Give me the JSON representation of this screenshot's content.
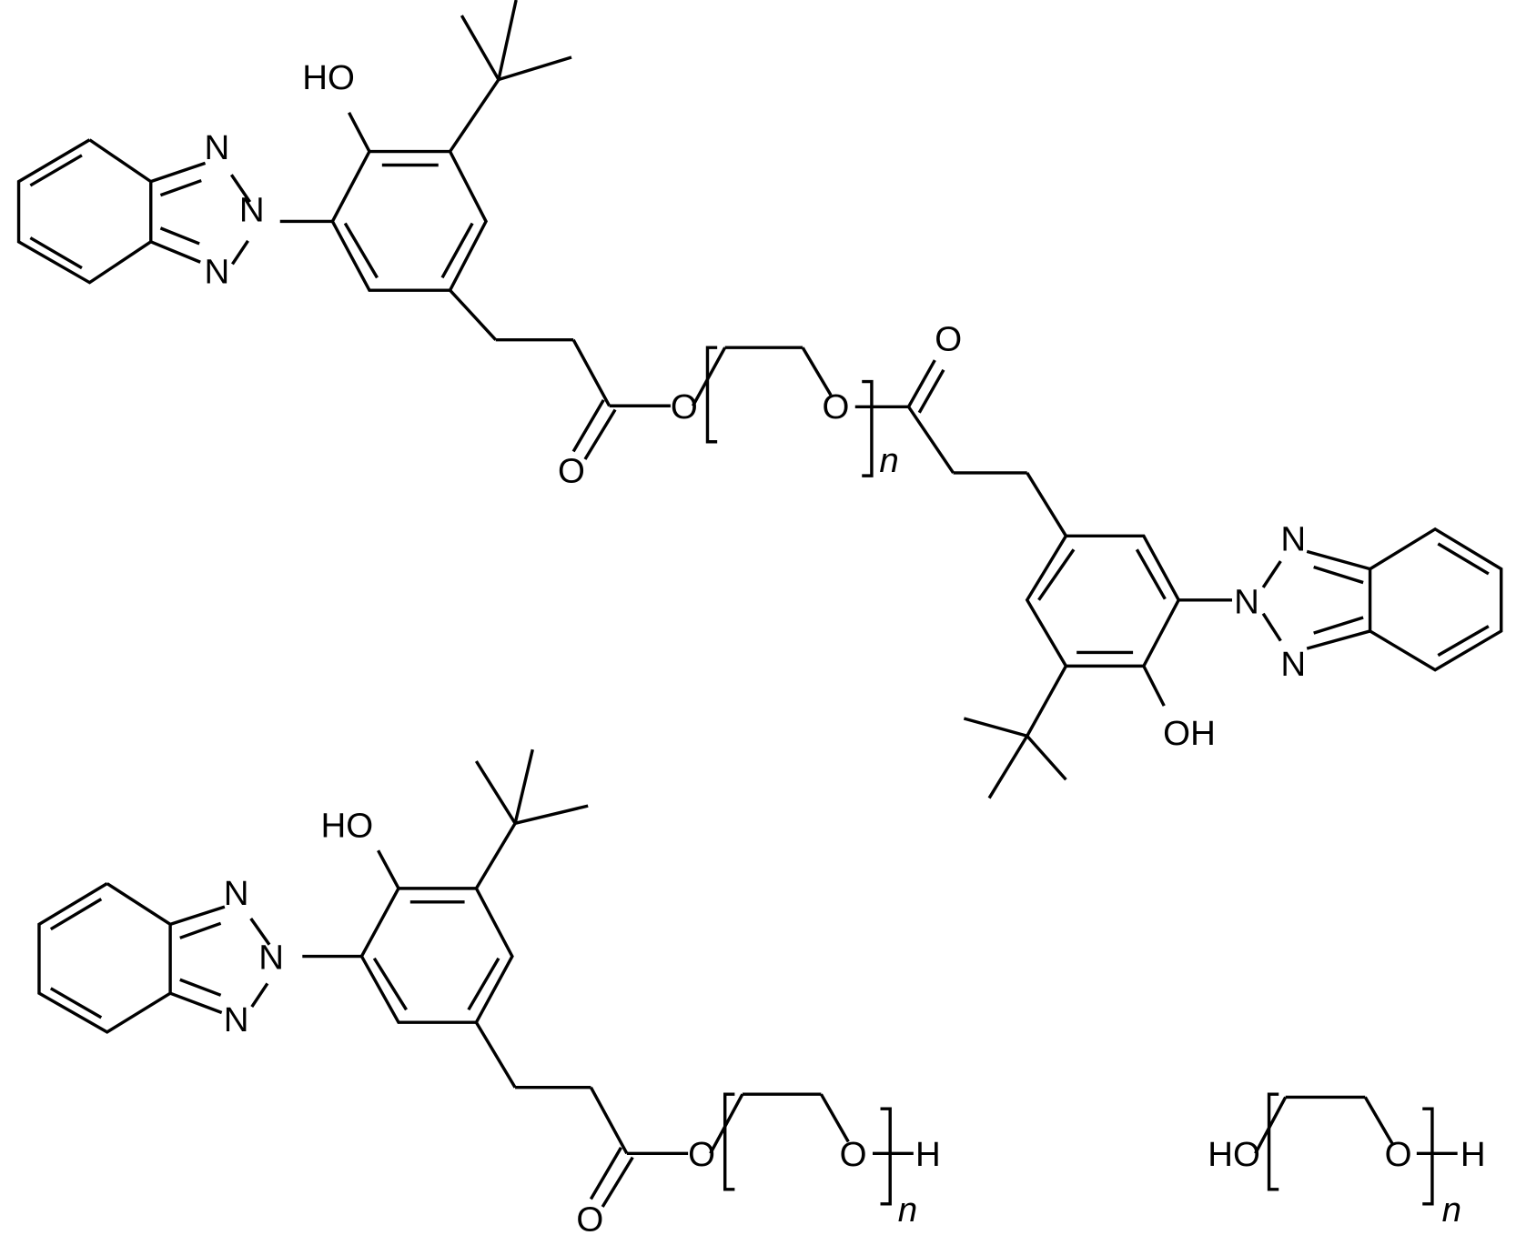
{
  "diagram": {
    "type": "chemical-structure",
    "background": "#ffffff",
    "line_color": "#000000",
    "molecules": [
      {
        "id": "diester",
        "description": "Bis-ester of PEG with 3-[3-(2H-benzotriazol-2-yl)-5-tert-butyl-4-hydroxyphenyl]propanoic acid",
        "labels": {
          "ho_top": "HO",
          "n1": "N",
          "n2": "N",
          "n3": "N",
          "o_ester_carbonyl": "O",
          "o_ester_link": "O",
          "o_peg": "O",
          "n_sub": "n",
          "o_carbonyl_right": "O",
          "n4": "N",
          "n5": "N",
          "n6": "N",
          "oh_right": "OH"
        }
      },
      {
        "id": "monoester",
        "description": "Mono-ester of PEG with benzotriazole UV absorber acid",
        "labels": {
          "ho": "HO",
          "n1": "N",
          "n2": "N",
          "n3": "N",
          "o_carbonyl": "O",
          "o_link": "O",
          "o_peg": "O",
          "h_end": "H",
          "n_sub": "n"
        }
      },
      {
        "id": "peg",
        "description": "Polyethylene glycol",
        "labels": {
          "ho": "HO",
          "o_peg": "O",
          "h_end": "H",
          "n_sub": "n"
        }
      }
    ]
  }
}
